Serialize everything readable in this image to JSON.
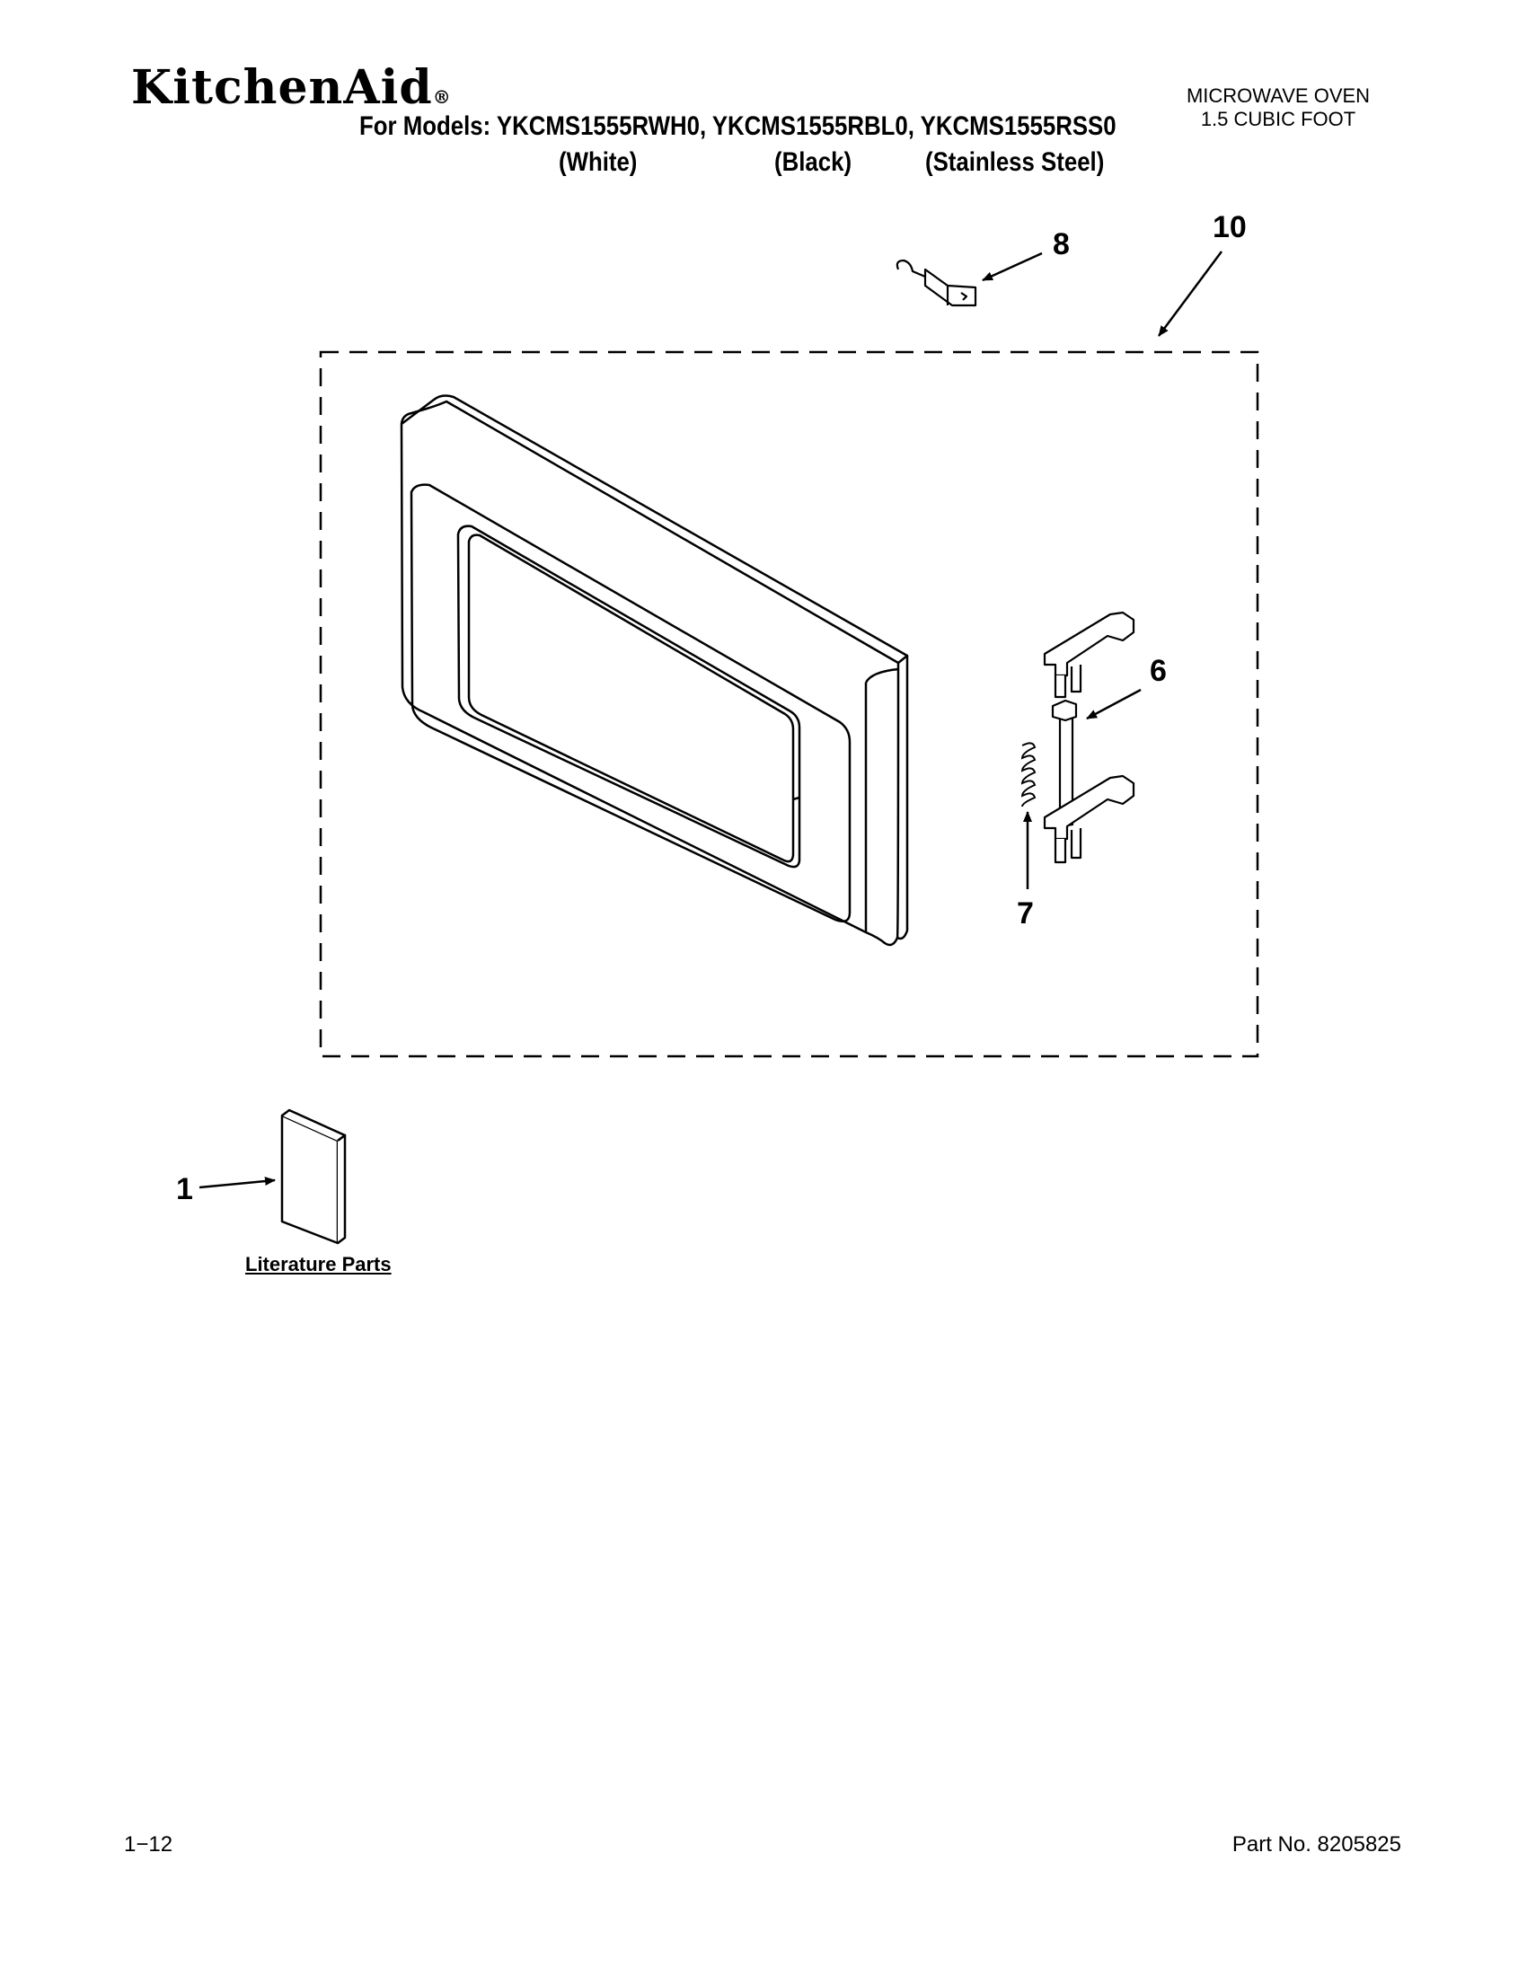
{
  "header": {
    "brand": "KitchenAid",
    "registered_mark": "®",
    "models_line": "For Models: YKCMS1555RWH0, YKCMS1555RBL0, YKCMS1555RSS0",
    "variants": [
      "(White)",
      "(Black)",
      "(Stainless Steel)"
    ],
    "product_type": "MICROWAVE OVEN",
    "capacity": "1.5 CUBIC FOOT"
  },
  "diagram": {
    "callouts": {
      "literature": "1",
      "latch": "6",
      "spring": "7",
      "hinge": "8",
      "door_assembly": "10"
    },
    "literature_caption": "Literature Parts"
  },
  "footer": {
    "page_number": "1−12",
    "part_number": "Part No. 8205825"
  }
}
